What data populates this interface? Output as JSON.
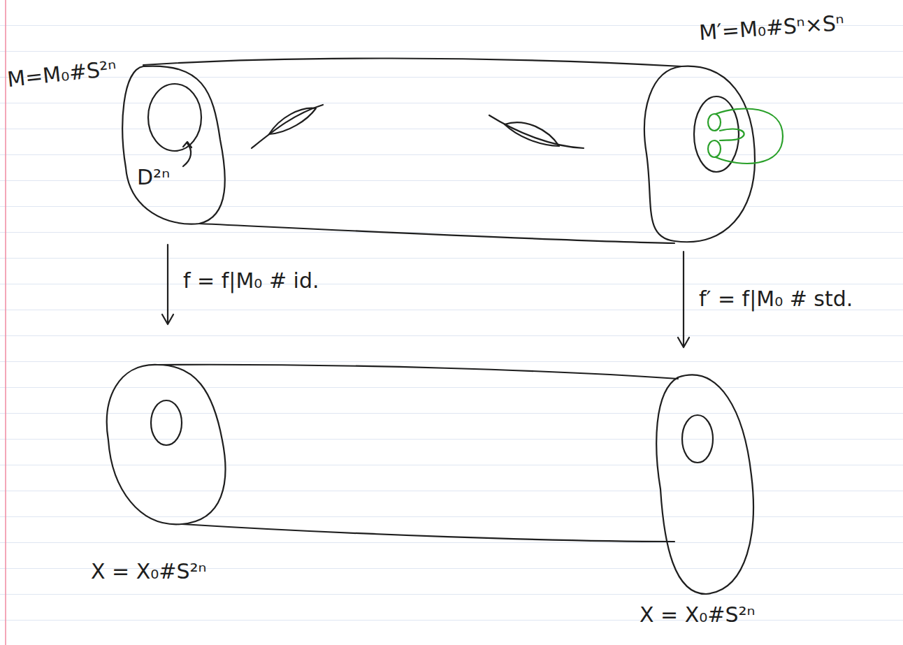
{
  "diagram": {
    "labels": [
      "M=M₀#S²ⁿ",
      "M′=M₀#Sⁿ×Sⁿ",
      "D²ⁿ",
      "f = f|M₀ # id.",
      "f′ = f|M₀ # std.",
      "X = X₀#S²ⁿ",
      "X = X₀#S²ⁿ"
    ]
  }
}
